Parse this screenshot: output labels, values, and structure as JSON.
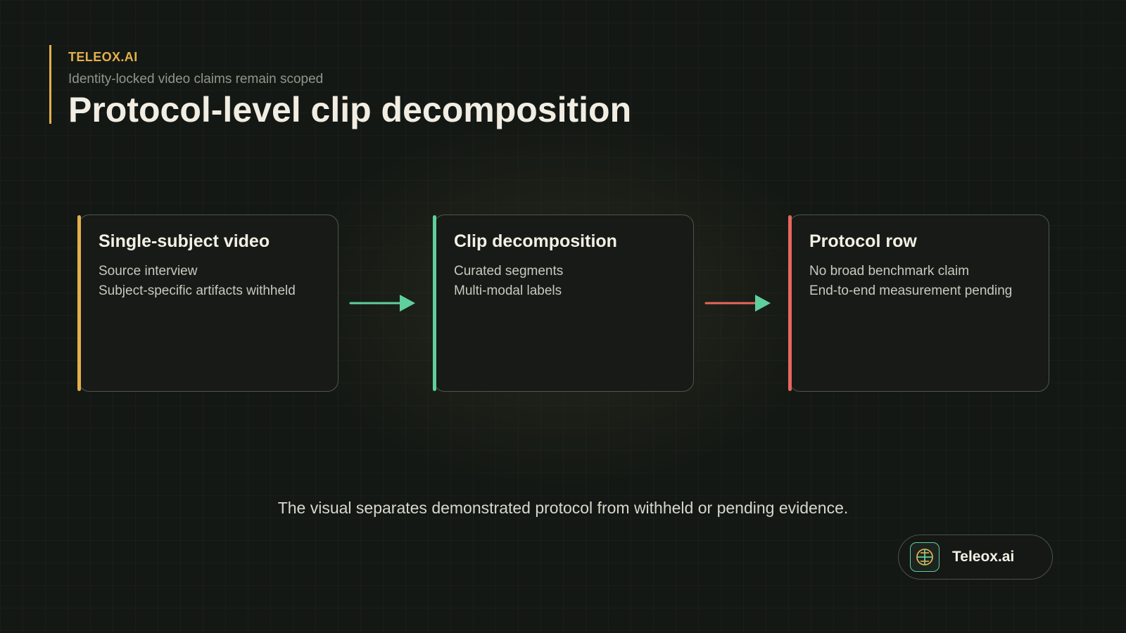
{
  "header": {
    "kicker": "TELEOX.AI",
    "subtitle": "Identity-locked video claims remain scoped",
    "title": "Protocol-level clip decomposition"
  },
  "stages": [
    {
      "title": "Single-subject video",
      "lines": [
        "Source interview",
        "Subject-specific artifacts withheld"
      ],
      "accent": "#e3b04b"
    },
    {
      "title": "Clip decomposition",
      "lines": [
        "Curated segments",
        "Multi-modal labels"
      ],
      "accent": "#5fcf9d"
    },
    {
      "title": "Protocol row",
      "lines": [
        "No broad benchmark claim",
        "End-to-end measurement pending"
      ],
      "accent": "#e8675c"
    }
  ],
  "connectors": [
    {
      "from": "Single-subject video",
      "to": "Clip decomposition",
      "line_color": "#5fcf9d",
      "head_color": "#5fcf9d"
    },
    {
      "from": "Clip decomposition",
      "to": "Protocol row",
      "line_color": "#e8675c",
      "head_color": "#5fcf9d"
    }
  ],
  "caption": "The visual separates demonstrated protocol from withheld or pending evidence.",
  "logo": {
    "text": "Teleox.ai",
    "icon": "teleox-logo-icon"
  }
}
